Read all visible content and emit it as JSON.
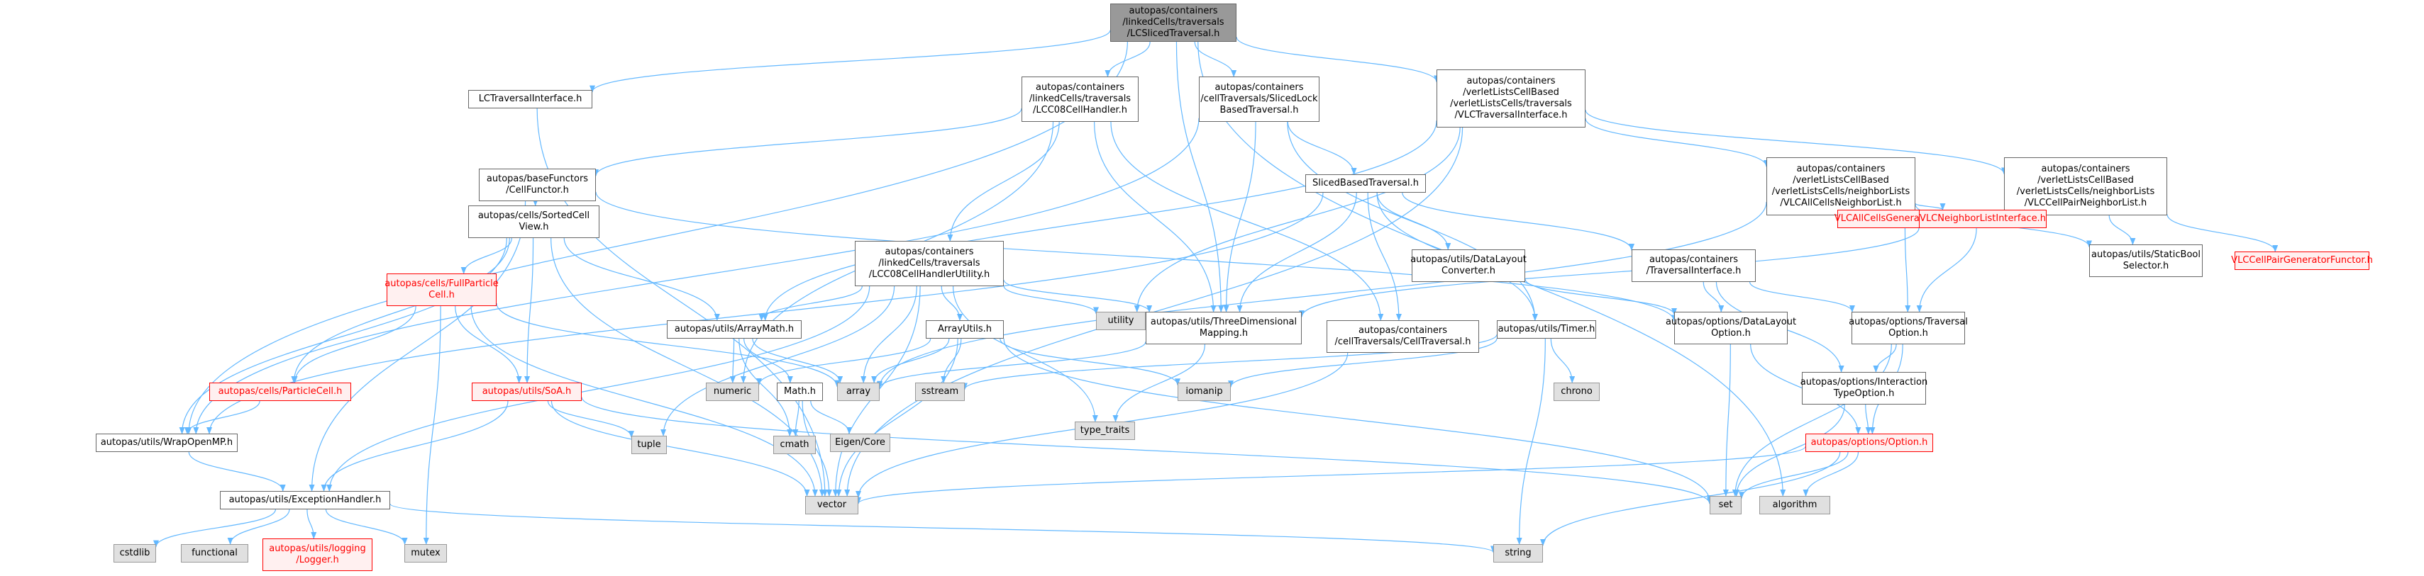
{
  "graph": {
    "root": "n0",
    "nodes": [
      {
        "id": "n0",
        "lines": [
          "autopas/containers",
          "/linkedCells/traversals",
          "/LCSlicedTraversal.h"
        ],
        "kind": "root"
      },
      {
        "id": "n1",
        "lines": [
          "LCTraversalInterface.h"
        ],
        "kind": "normal"
      },
      {
        "id": "n2",
        "lines": [
          "autopas/containers",
          "/linkedCells/traversals",
          "/LCC08CellHandler.h"
        ],
        "kind": "normal"
      },
      {
        "id": "n3",
        "lines": [
          "autopas/containers",
          "/cellTraversals/SlicedLock",
          "BasedTraversal.h"
        ],
        "kind": "normal"
      },
      {
        "id": "n4",
        "lines": [
          "autopas/containers",
          "/verletListsCellBased",
          "/verletListsCells/traversals",
          "/VLCTraversalInterface.h"
        ],
        "kind": "normal"
      },
      {
        "id": "n5",
        "lines": [
          "autopas/baseFunctors",
          "/CellFunctor.h"
        ],
        "kind": "normal"
      },
      {
        "id": "n6",
        "lines": [
          "SlicedBasedTraversal.h"
        ],
        "kind": "normal"
      },
      {
        "id": "n7",
        "lines": [
          "autopas/containers",
          "/verletListsCellBased",
          "/verletListsCells/neighborLists",
          "/VLCAllCellsNeighborList.h"
        ],
        "kind": "normal"
      },
      {
        "id": "n8",
        "lines": [
          "autopas/containers",
          "/verletListsCellBased",
          "/verletListsCells/neighborLists",
          "/VLCCellPairNeighborList.h"
        ],
        "kind": "normal"
      },
      {
        "id": "n9",
        "lines": [
          "autopas/cells/SortedCell",
          "View.h"
        ],
        "kind": "normal"
      },
      {
        "id": "n10",
        "lines": [
          "autopas/containers",
          "/linkedCells/traversals",
          "/LCC08CellHandlerUtility.h"
        ],
        "kind": "normal"
      },
      {
        "id": "n11",
        "lines": [
          "autopas/utils/DataLayout",
          "Converter.h"
        ],
        "kind": "normal"
      },
      {
        "id": "n12",
        "lines": [
          "autopas/containers",
          "/TraversalInterface.h"
        ],
        "kind": "normal"
      },
      {
        "id": "n13",
        "lines": [
          "VLCAllCellsGeneratorFunctor.h"
        ],
        "kind": "trunc"
      },
      {
        "id": "n14",
        "lines": [
          "VLCNeighborListInterface.h"
        ],
        "kind": "trunc"
      },
      {
        "id": "n15",
        "lines": [
          "autopas/utils/StaticBool",
          "Selector.h"
        ],
        "kind": "normal"
      },
      {
        "id": "n16",
        "lines": [
          "VLCCellPairGeneratorFunctor.h"
        ],
        "kind": "trunc"
      },
      {
        "id": "n17",
        "lines": [
          "autopas/cells/FullParticle",
          "Cell.h"
        ],
        "kind": "trunc"
      },
      {
        "id": "n18",
        "lines": [
          "autopas/utils/ArrayMath.h"
        ],
        "kind": "normal"
      },
      {
        "id": "n19",
        "lines": [
          "ArrayUtils.h"
        ],
        "kind": "normal"
      },
      {
        "id": "n20",
        "lines": [
          "utility"
        ],
        "kind": "sys"
      },
      {
        "id": "n21",
        "lines": [
          "autopas/utils/ThreeDimensional",
          "Mapping.h"
        ],
        "kind": "normal"
      },
      {
        "id": "n22",
        "lines": [
          "autopas/containers",
          "/cellTraversals/CellTraversal.h"
        ],
        "kind": "normal"
      },
      {
        "id": "n23",
        "lines": [
          "autopas/utils/Timer.h"
        ],
        "kind": "normal"
      },
      {
        "id": "n24",
        "lines": [
          "autopas/options/DataLayout",
          "Option.h"
        ],
        "kind": "normal"
      },
      {
        "id": "n25",
        "lines": [
          "autopas/options/Traversal",
          "Option.h"
        ],
        "kind": "normal"
      },
      {
        "id": "n26",
        "lines": [
          "autopas/cells/ParticleCell.h"
        ],
        "kind": "trunc"
      },
      {
        "id": "n27",
        "lines": [
          "autopas/utils/SoA.h"
        ],
        "kind": "trunc"
      },
      {
        "id": "n28",
        "lines": [
          "numeric"
        ],
        "kind": "sys"
      },
      {
        "id": "n29",
        "lines": [
          "array"
        ],
        "kind": "sys"
      },
      {
        "id": "n30",
        "lines": [
          "sstream"
        ],
        "kind": "sys"
      },
      {
        "id": "n31",
        "lines": [
          "iomanip"
        ],
        "kind": "sys"
      },
      {
        "id": "n32",
        "lines": [
          "type_traits"
        ],
        "kind": "sys"
      },
      {
        "id": "n33",
        "lines": [
          "chrono"
        ],
        "kind": "sys"
      },
      {
        "id": "n34",
        "lines": [
          "autopas/options/Interaction",
          "TypeOption.h"
        ],
        "kind": "normal"
      },
      {
        "id": "n35",
        "lines": [
          "Math.h"
        ],
        "kind": "normal"
      },
      {
        "id": "n36",
        "lines": [
          "autopas/utils/WrapOpenMP.h"
        ],
        "kind": "normal"
      },
      {
        "id": "n37",
        "lines": [
          "tuple"
        ],
        "kind": "sys"
      },
      {
        "id": "n38",
        "lines": [
          "cmath"
        ],
        "kind": "sys"
      },
      {
        "id": "n39",
        "lines": [
          "Eigen/Core"
        ],
        "kind": "sys"
      },
      {
        "id": "n40",
        "lines": [
          "autopas/options/Option.h"
        ],
        "kind": "trunc"
      },
      {
        "id": "n41",
        "lines": [
          "autopas/utils/ExceptionHandler.h"
        ],
        "kind": "normal"
      },
      {
        "id": "n42",
        "lines": [
          "vector"
        ],
        "kind": "sys"
      },
      {
        "id": "n43",
        "lines": [
          "set"
        ],
        "kind": "sys"
      },
      {
        "id": "n44",
        "lines": [
          "algorithm"
        ],
        "kind": "sys"
      },
      {
        "id": "n45",
        "lines": [
          "cstdlib"
        ],
        "kind": "sys"
      },
      {
        "id": "n46",
        "lines": [
          "functional"
        ],
        "kind": "sys"
      },
      {
        "id": "n47",
        "lines": [
          "autopas/utils/logging",
          "/Logger.h"
        ],
        "kind": "trunc"
      },
      {
        "id": "n48",
        "lines": [
          "mutex"
        ],
        "kind": "sys"
      },
      {
        "id": "n49",
        "lines": [
          "string"
        ],
        "kind": "sys"
      }
    ],
    "edges": [
      [
        "n0",
        "n1"
      ],
      [
        "n0",
        "n2"
      ],
      [
        "n0",
        "n3"
      ],
      [
        "n0",
        "n4"
      ],
      [
        "n0",
        "n21"
      ],
      [
        "n0",
        "n36"
      ],
      [
        "n0",
        "n44"
      ],
      [
        "n1",
        "n42"
      ],
      [
        "n2",
        "n5"
      ],
      [
        "n2",
        "n10"
      ],
      [
        "n2",
        "n21"
      ],
      [
        "n2",
        "n22"
      ],
      [
        "n2",
        "n28"
      ],
      [
        "n3",
        "n6"
      ],
      [
        "n3",
        "n21"
      ],
      [
        "n3",
        "n23"
      ],
      [
        "n3",
        "n36"
      ],
      [
        "n4",
        "n7"
      ],
      [
        "n4",
        "n8"
      ],
      [
        "n4",
        "n18"
      ],
      [
        "n4",
        "n20"
      ],
      [
        "n4",
        "n42"
      ],
      [
        "n5",
        "n9"
      ],
      [
        "n5",
        "n24"
      ],
      [
        "n5",
        "n41"
      ],
      [
        "n6",
        "n11"
      ],
      [
        "n6",
        "n12"
      ],
      [
        "n6",
        "n21"
      ],
      [
        "n6",
        "n22"
      ],
      [
        "n6",
        "n23"
      ],
      [
        "n6",
        "n36"
      ],
      [
        "n7",
        "n13"
      ],
      [
        "n7",
        "n14"
      ],
      [
        "n7",
        "n15"
      ],
      [
        "n7",
        "n29"
      ],
      [
        "n8",
        "n14"
      ],
      [
        "n8",
        "n15"
      ],
      [
        "n8",
        "n16"
      ],
      [
        "n9",
        "n17"
      ],
      [
        "n9",
        "n18"
      ],
      [
        "n9",
        "n26"
      ],
      [
        "n9",
        "n27"
      ],
      [
        "n9",
        "n36"
      ],
      [
        "n9",
        "n42"
      ],
      [
        "n10",
        "n18"
      ],
      [
        "n10",
        "n19"
      ],
      [
        "n10",
        "n20"
      ],
      [
        "n10",
        "n21"
      ],
      [
        "n10",
        "n29"
      ],
      [
        "n10",
        "n32"
      ],
      [
        "n10",
        "n37"
      ],
      [
        "n10",
        "n41"
      ],
      [
        "n10",
        "n42"
      ],
      [
        "n11",
        "n24"
      ],
      [
        "n12",
        "n24"
      ],
      [
        "n12",
        "n25"
      ],
      [
        "n12",
        "n34"
      ],
      [
        "n13",
        "n25"
      ],
      [
        "n14",
        "n21"
      ],
      [
        "n14",
        "n25"
      ],
      [
        "n17",
        "n26"
      ],
      [
        "n17",
        "n27"
      ],
      [
        "n17",
        "n29"
      ],
      [
        "n17",
        "n42"
      ],
      [
        "n17",
        "n48"
      ],
      [
        "n18",
        "n28"
      ],
      [
        "n18",
        "n29"
      ],
      [
        "n18",
        "n35"
      ],
      [
        "n18",
        "n38"
      ],
      [
        "n19",
        "n28"
      ],
      [
        "n19",
        "n29"
      ],
      [
        "n19",
        "n30"
      ],
      [
        "n19",
        "n31"
      ],
      [
        "n19",
        "n42"
      ],
      [
        "n19",
        "n43"
      ],
      [
        "n21",
        "n29"
      ],
      [
        "n21",
        "n32"
      ],
      [
        "n22",
        "n42"
      ],
      [
        "n23",
        "n30"
      ],
      [
        "n23",
        "n31"
      ],
      [
        "n23",
        "n33"
      ],
      [
        "n23",
        "n49"
      ],
      [
        "n24",
        "n40"
      ],
      [
        "n24",
        "n43"
      ],
      [
        "n25",
        "n34"
      ],
      [
        "n25",
        "n40"
      ],
      [
        "n25",
        "n43"
      ],
      [
        "n26",
        "n36"
      ],
      [
        "n27",
        "n37"
      ],
      [
        "n27",
        "n41"
      ],
      [
        "n27",
        "n42"
      ],
      [
        "n27",
        "n43"
      ],
      [
        "n34",
        "n40"
      ],
      [
        "n34",
        "n43"
      ],
      [
        "n35",
        "n38"
      ],
      [
        "n35",
        "n39"
      ],
      [
        "n35",
        "n42"
      ],
      [
        "n36",
        "n41"
      ],
      [
        "n40",
        "n42"
      ],
      [
        "n40",
        "n43"
      ],
      [
        "n40",
        "n44"
      ],
      [
        "n40",
        "n49"
      ],
      [
        "n41",
        "n45"
      ],
      [
        "n41",
        "n46"
      ],
      [
        "n41",
        "n47"
      ],
      [
        "n41",
        "n48"
      ],
      [
        "n41",
        "n49"
      ]
    ]
  },
  "colors": {
    "edge": "#63b8ff",
    "node_border": "#666666",
    "system_fill": "#e0e0e0",
    "truncated": "#ff0000",
    "root_fill": "#999999"
  }
}
